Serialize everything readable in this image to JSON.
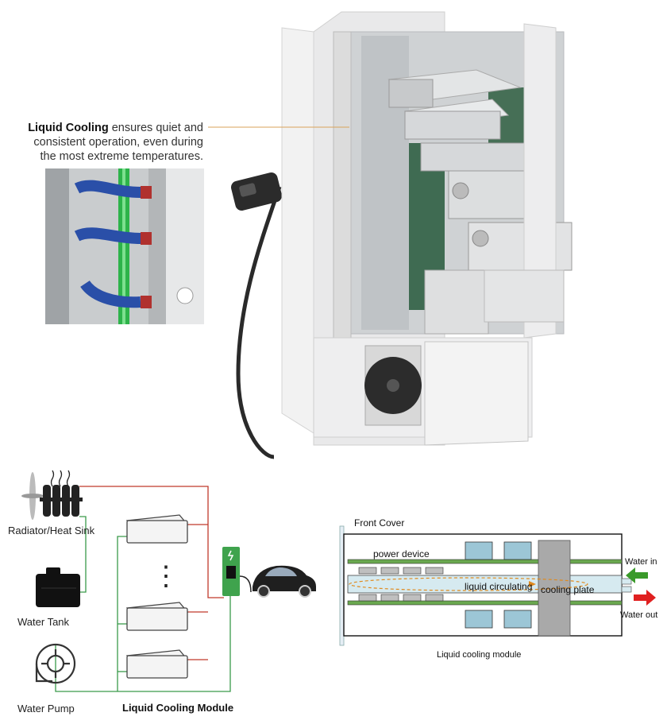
{
  "callout": {
    "title": "Liquid Cooling",
    "line1_rest": " ensures quiet and",
    "line2": "consistent operation,  even during",
    "line3": "the most extreme temperatures."
  },
  "system_diagram": {
    "radiator_label": "Radiator/Heat Sink",
    "tank_label": "Water Tank",
    "pump_label": "Water Pump",
    "module_label": "Liquid Cooling Module",
    "ellipsis": "⋮"
  },
  "module_diagram": {
    "front_cover": "Front Cover",
    "power_device": "power device",
    "liquid_circulating": "liquid circulating",
    "cooling_plate": "cooling plate",
    "water_in": "Water in",
    "water_out": "Water out",
    "caption": "Liquid cooling module"
  },
  "colors": {
    "supply_line": "#c0392b",
    "return_line": "#3a9a4a",
    "water_in_arrow": "#3a9a2a",
    "water_out_arrow": "#e02020",
    "charger_green": "#3fa34d",
    "callout_line": "#d9a35a"
  }
}
